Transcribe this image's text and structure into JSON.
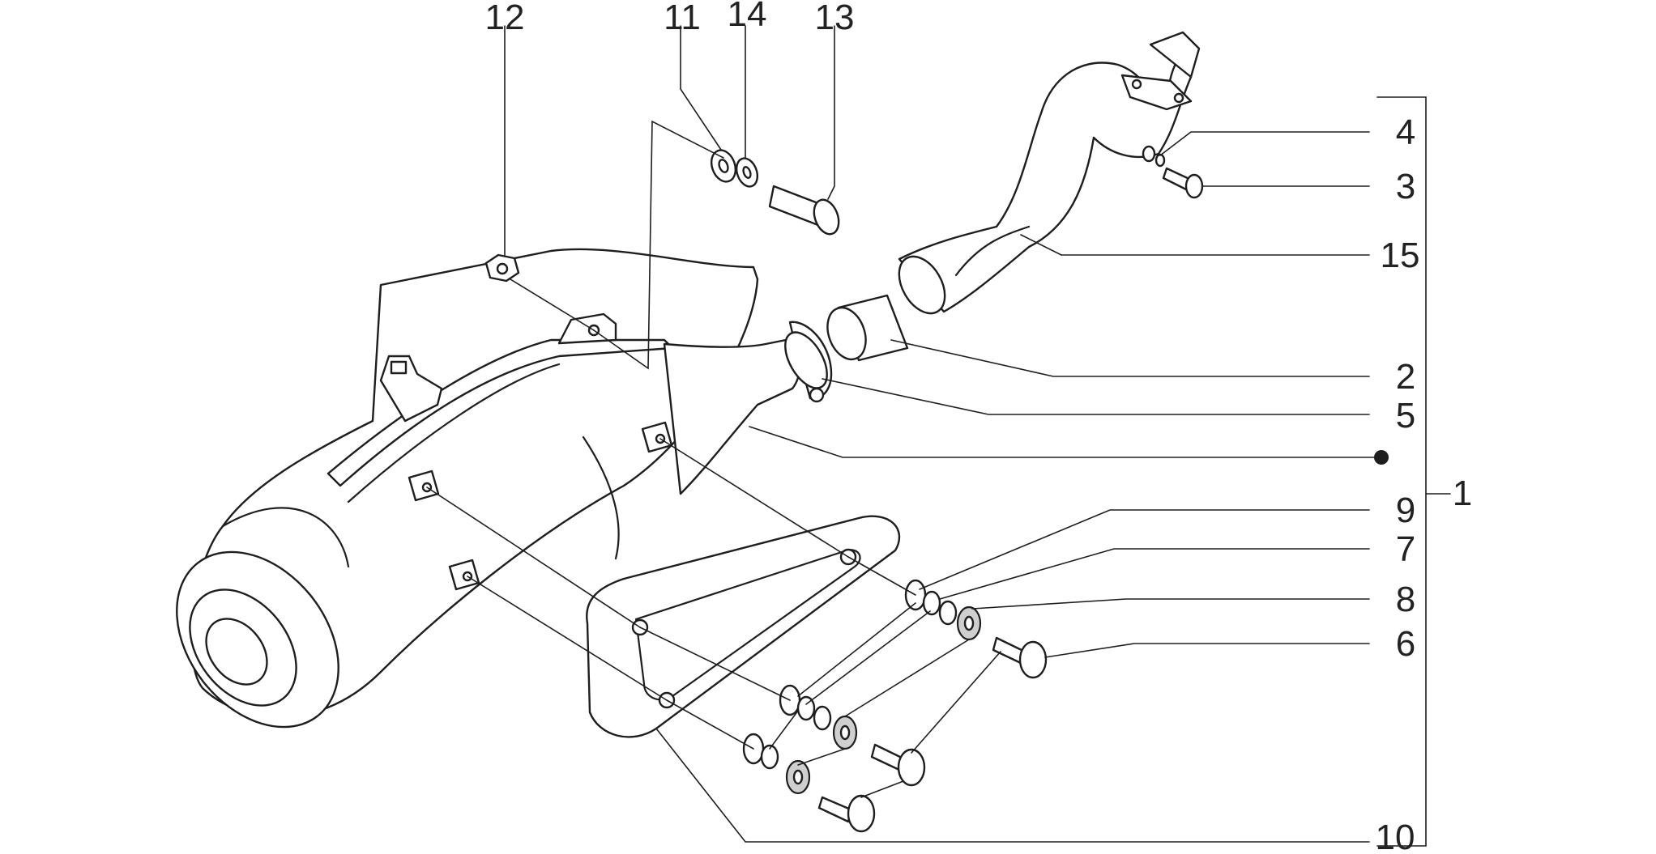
{
  "diagram": {
    "colors": {
      "stroke": "#1e1e1e",
      "background": "#ffffff",
      "text": "#222222",
      "shade": "#cfcfcf"
    },
    "callouts": [
      {
        "id": "c12",
        "label": "12",
        "part": "hex-nut"
      },
      {
        "id": "c11",
        "label": "11",
        "part": "washer"
      },
      {
        "id": "c14",
        "label": "14",
        "part": "spacer-washer"
      },
      {
        "id": "c13",
        "label": "13",
        "part": "bolt"
      },
      {
        "id": "c4",
        "label": "4",
        "part": "flange-washer"
      },
      {
        "id": "c3",
        "label": "3",
        "part": "flange-screw"
      },
      {
        "id": "c15",
        "label": "15",
        "part": "exhaust-pipe"
      },
      {
        "id": "c2",
        "label": "2",
        "part": "pipe-gasket"
      },
      {
        "id": "c5",
        "label": "5",
        "part": "pipe-clamp"
      },
      {
        "id": "c9",
        "label": "9",
        "part": "rubber-bush"
      },
      {
        "id": "c7",
        "label": "7",
        "part": "spacer"
      },
      {
        "id": "c8",
        "label": "8",
        "part": "washer"
      },
      {
        "id": "c6",
        "label": "6",
        "part": "screw"
      },
      {
        "id": "c10",
        "label": "10",
        "part": "heat-shield"
      },
      {
        "id": "c1",
        "label": "1",
        "part": "complete-muffler"
      }
    ]
  }
}
